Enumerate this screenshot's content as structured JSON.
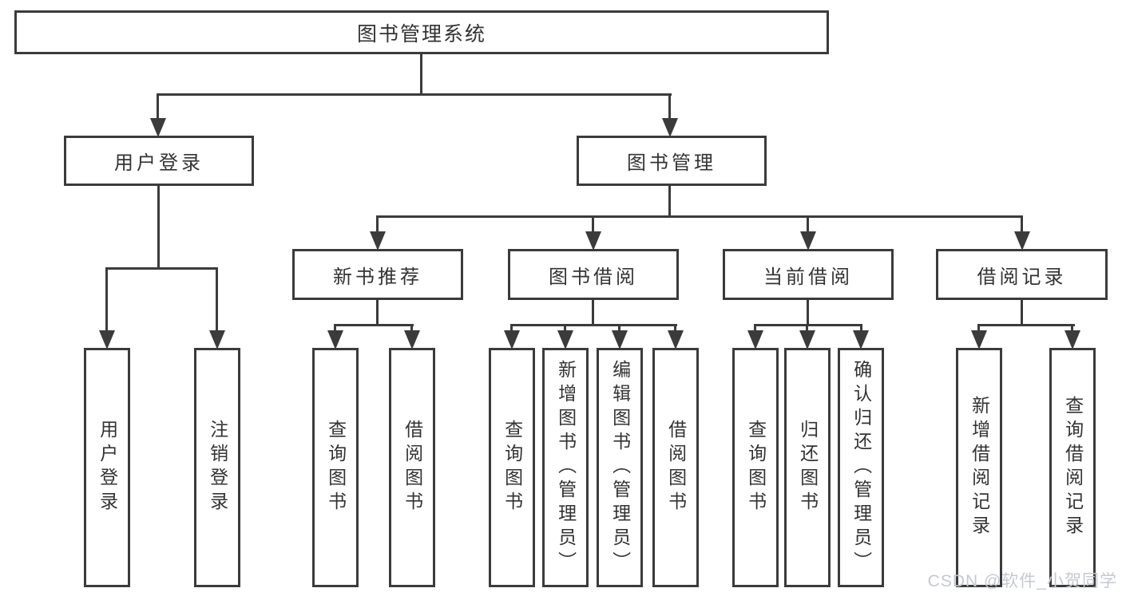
{
  "tree": {
    "root": "图书管理系统",
    "branches": [
      {
        "label": "用户登录",
        "leaves": [
          "用户登录",
          "注销登录"
        ]
      },
      {
        "label": "图书管理",
        "groups": [
          {
            "label": "新书推荐",
            "leaves": [
              "查询图书",
              "借阅图书"
            ]
          },
          {
            "label": "图书借阅",
            "leaves": [
              "查询图书",
              "新增图书（管理员）",
              "编辑图书（管理员）",
              "借阅图书"
            ]
          },
          {
            "label": "当前借阅",
            "leaves": [
              "查询图书",
              "归还图书",
              "确认归还（管理员）"
            ]
          },
          {
            "label": "借阅记录",
            "leaves": [
              "新增借阅记录",
              "查询借阅记录"
            ]
          }
        ]
      }
    ]
  },
  "watermark": "CSDN @软件_小贺同学",
  "colors": {
    "line": "#3b3b3b",
    "text": "#333333",
    "background": "#ffffff",
    "watermark": "#c5c8d0"
  }
}
